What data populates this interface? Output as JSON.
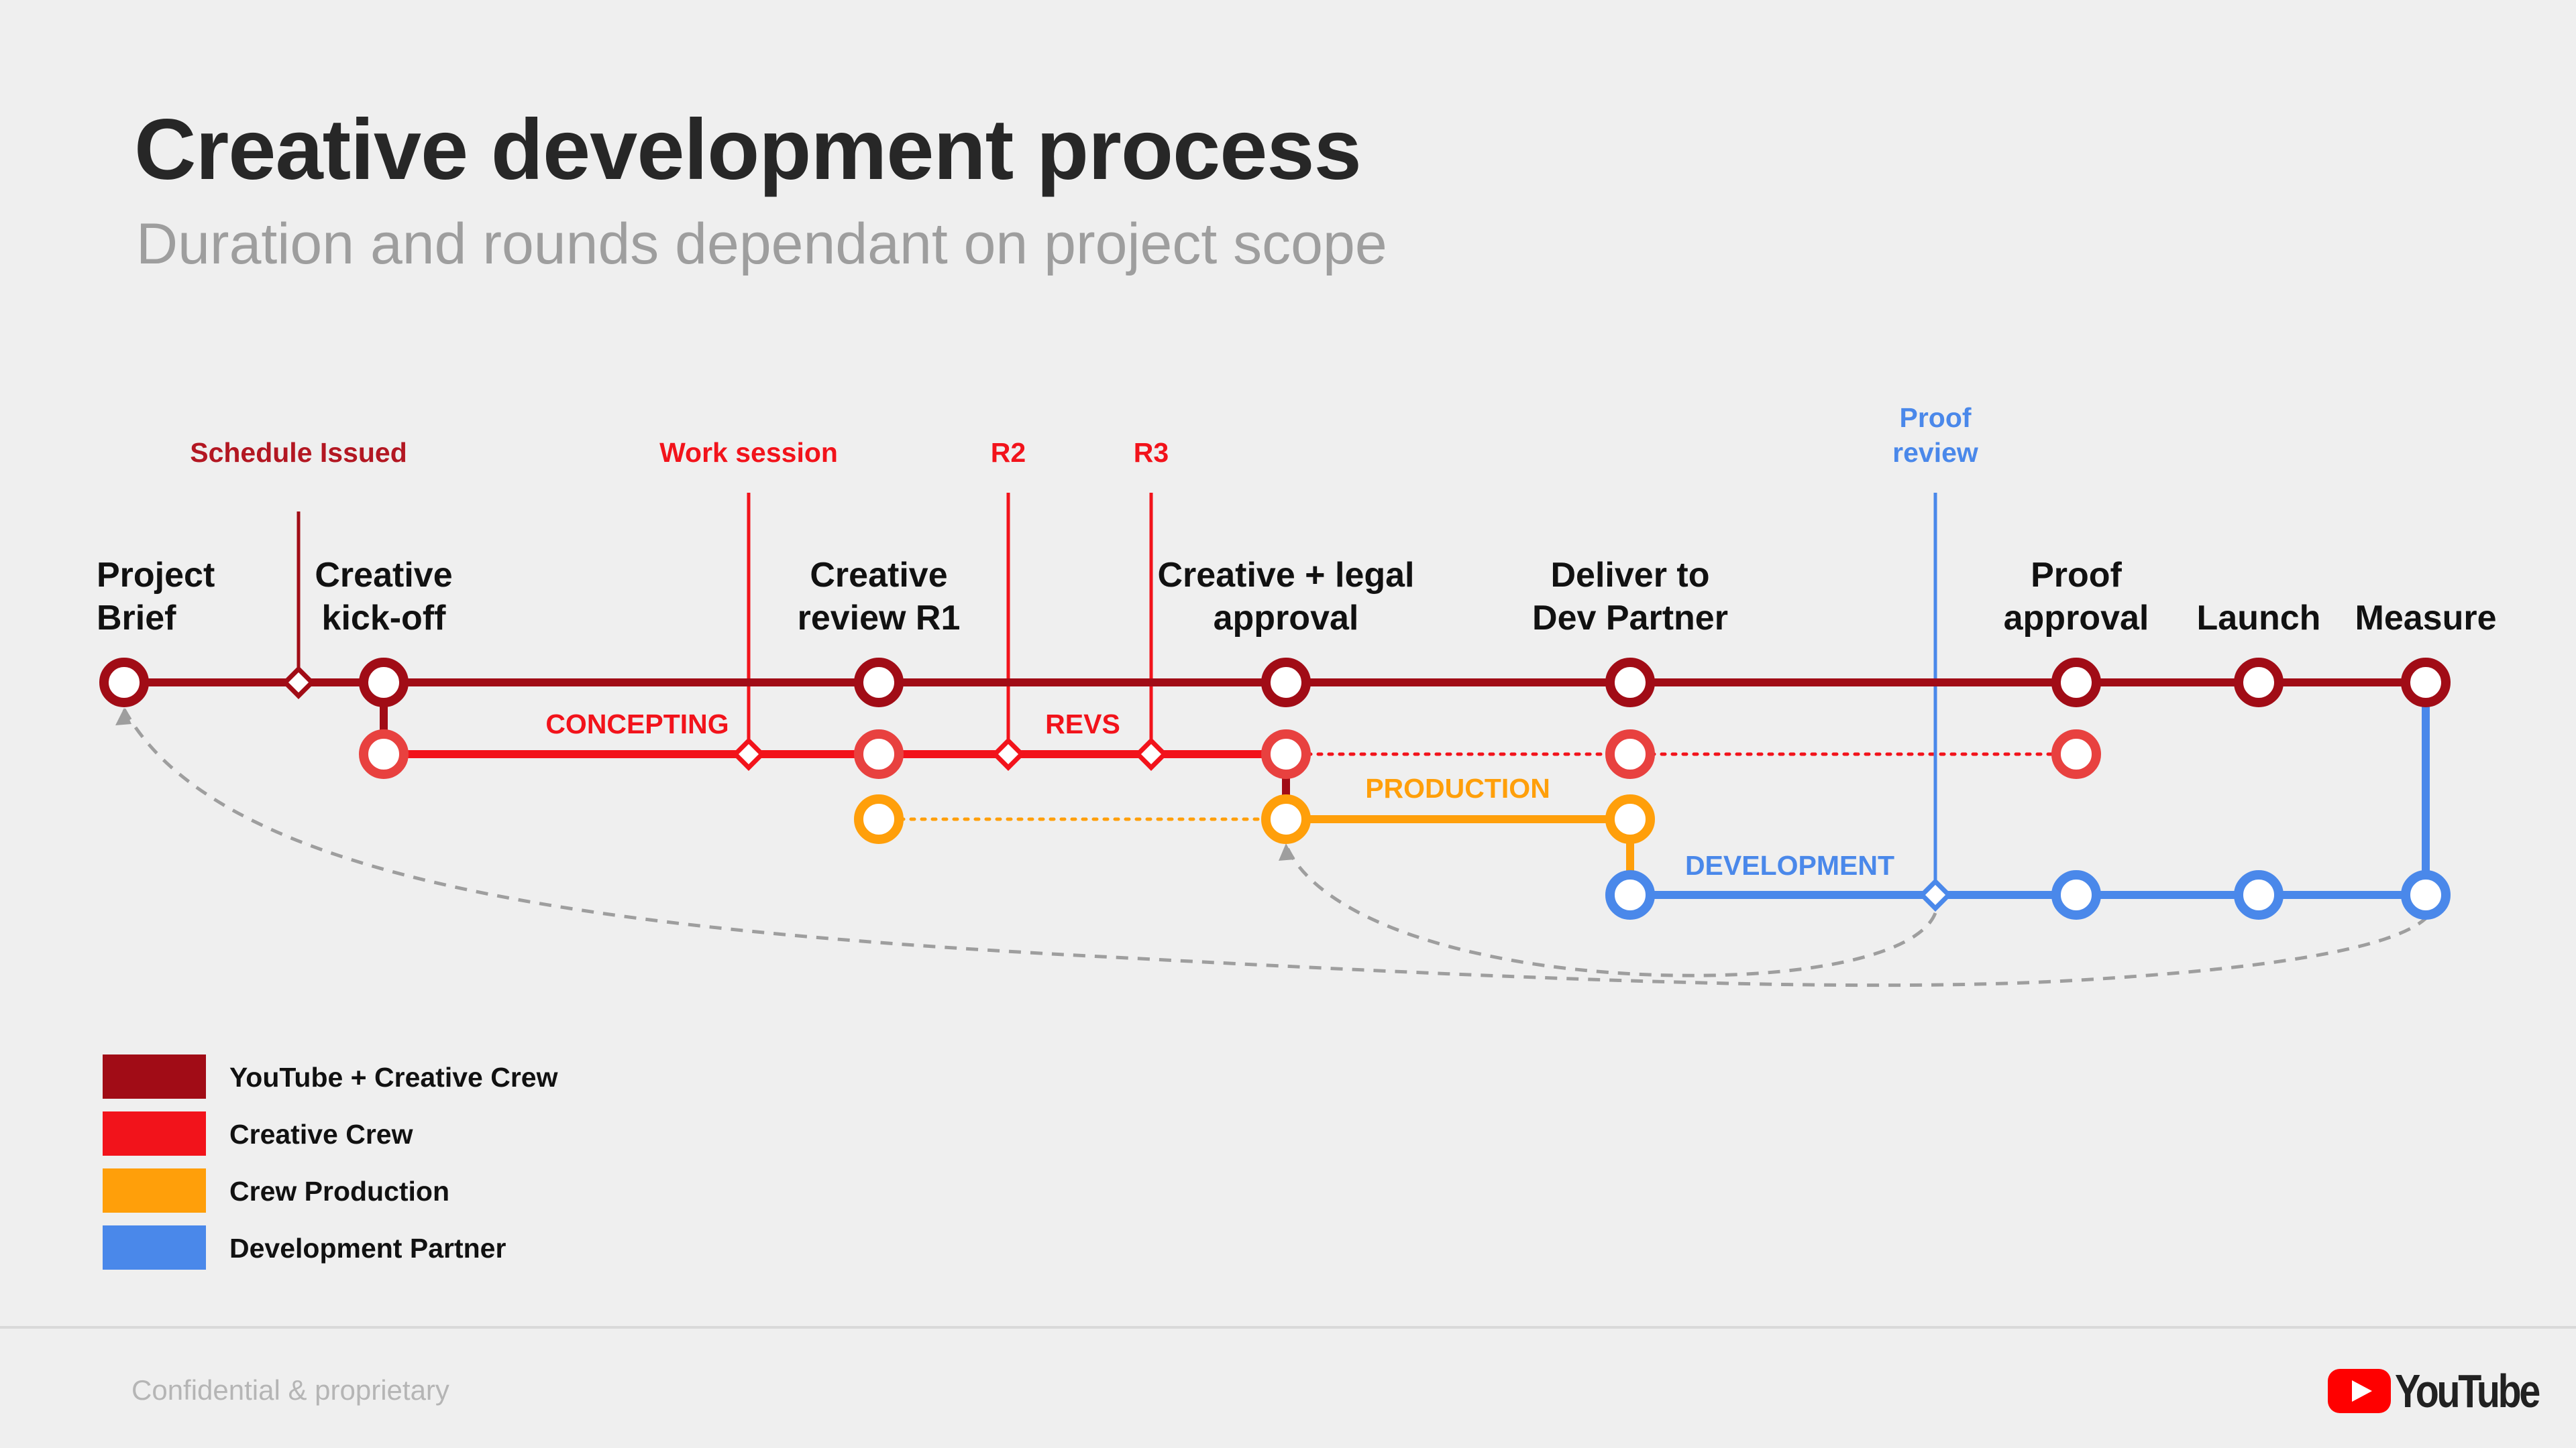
{
  "title": "Creative development process",
  "subtitle": "Duration and rounds dependant on project scope",
  "footer": {
    "confidential": "Confidential & proprietary",
    "logo_text": "YouTube",
    "logo_icon": "youtube-play-icon"
  },
  "colors": {
    "youtube_creative_crew": "#a10c16",
    "creative_crew": "#f2131b",
    "crew_production": "#ff9f0a",
    "development_partner": "#4a88ea",
    "dark_red_callout": "#b31722",
    "node_fill": "#ffffff",
    "return_path": "#9e9e9e"
  },
  "tracks": [
    {
      "id": "youtube_creative_crew",
      "label": ""
    },
    {
      "id": "creative_crew",
      "label": ""
    },
    {
      "id": "crew_production",
      "label": ""
    },
    {
      "id": "development_partner",
      "label": ""
    }
  ],
  "milestones": [
    {
      "id": "project-brief",
      "lines": [
        "Project",
        "Brief"
      ],
      "align": "left"
    },
    {
      "id": "creative-kickoff",
      "lines": [
        "Creative",
        "kick-off"
      ],
      "align": "center"
    },
    {
      "id": "creative-review-r1",
      "lines": [
        "Creative",
        "review R1"
      ],
      "align": "center"
    },
    {
      "id": "creative-legal-approval",
      "lines": [
        "Creative + legal",
        "approval"
      ],
      "align": "center"
    },
    {
      "id": "deliver-to-dev-partner",
      "lines": [
        "Deliver to",
        "Dev Partner"
      ],
      "align": "center"
    },
    {
      "id": "proof-approval",
      "lines": [
        "Proof",
        "approval"
      ],
      "align": "center"
    },
    {
      "id": "launch",
      "lines": [
        "Launch"
      ],
      "align": "center"
    },
    {
      "id": "measure",
      "lines": [
        "Measure"
      ],
      "align": "center"
    }
  ],
  "callouts": [
    {
      "id": "schedule-issued",
      "lines": [
        "Schedule Issued"
      ],
      "color": "youtube_creative_crew"
    },
    {
      "id": "work-session",
      "lines": [
        "Work session"
      ],
      "color": "creative_crew"
    },
    {
      "id": "r2",
      "lines": [
        "R2"
      ],
      "color": "creative_crew"
    },
    {
      "id": "r3",
      "lines": [
        "R3"
      ],
      "color": "creative_crew"
    },
    {
      "id": "proof-review",
      "lines": [
        "Proof",
        "review"
      ],
      "color": "development_partner"
    }
  ],
  "phases": [
    {
      "id": "concepting",
      "label": "CONCEPTING",
      "color": "creative_crew"
    },
    {
      "id": "revs",
      "label": "REVS",
      "color": "creative_crew"
    },
    {
      "id": "production",
      "label": "PRODUCTION",
      "color": "crew_production"
    },
    {
      "id": "development",
      "label": "DEVELOPMENT",
      "color": "development_partner"
    }
  ],
  "legend": [
    {
      "label": "YouTube + Creative Crew",
      "color": "#a10c16"
    },
    {
      "label": "Creative Crew",
      "color": "#f2131b"
    },
    {
      "label": "Crew Production",
      "color": "#ff9f0a"
    },
    {
      "label": "Development Partner",
      "color": "#4a88ea"
    }
  ]
}
